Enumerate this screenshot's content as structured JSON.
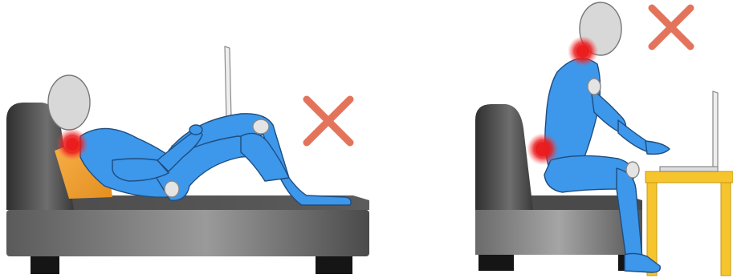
{
  "illustration": {
    "panels": [
      {
        "posture": "lying-on-sofa-with-laptop",
        "verdict": "incorrect",
        "mark_icon": "cross-mark-icon",
        "pain_points": [
          "neck"
        ]
      },
      {
        "posture": "sitting-hunched-at-table-with-laptop",
        "verdict": "incorrect",
        "mark_icon": "cross-mark-icon",
        "pain_points": [
          "neck",
          "lower-back"
        ]
      }
    ],
    "colors": {
      "figure": "#3d97ea",
      "figure_outline": "#1e4d80",
      "head": "#d8d8d8",
      "sofa_dark": "#3c3c3c",
      "sofa_light": "#8e8e8e",
      "cushion": "#f2a23a",
      "table": "#f6c42c",
      "pain": "#e8191b",
      "cross": "#e0664a"
    }
  }
}
